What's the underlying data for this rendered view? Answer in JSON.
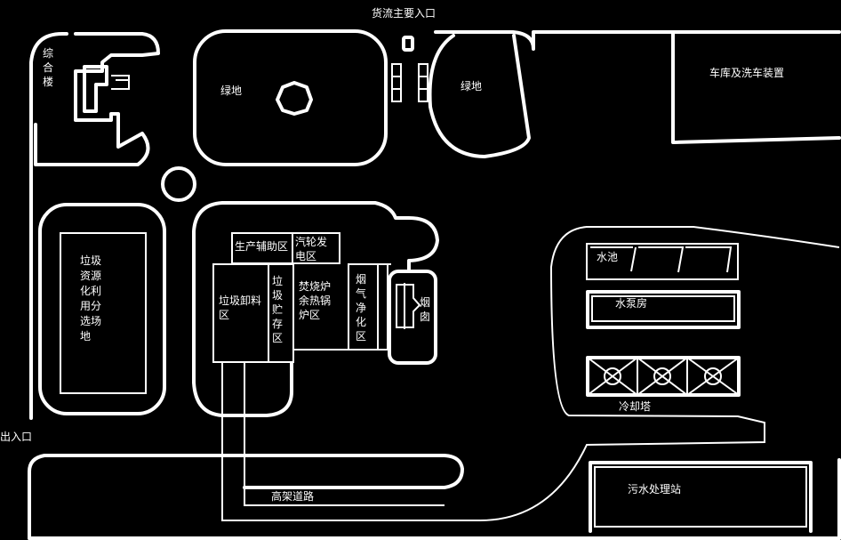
{
  "labels": {
    "main_cargo_entrance": "货流主要入口",
    "exit_entrance": "出入口",
    "office_building": "综合楼",
    "green_left": "绿地",
    "green_right": "绿地",
    "garage": "车库及洗车装置",
    "sorting_field": "垃圾资源化利用分选场地",
    "production_aux": "生产辅助区",
    "turbine": "汽轮发电区",
    "unloading": "垃圾卸料区",
    "storage": "垃圾贮存区",
    "incinerator": "焚烧炉余热锅炉区",
    "flue_gas": "烟气净化区",
    "chimney": "烟囱",
    "pool": "水池",
    "pump_house": "水泵房",
    "cooling_tower": "冷却塔",
    "elevated_road": "高架道路",
    "sewage": "污水处理站"
  },
  "colors": {
    "background": "#000000",
    "line": "#ffffff"
  }
}
